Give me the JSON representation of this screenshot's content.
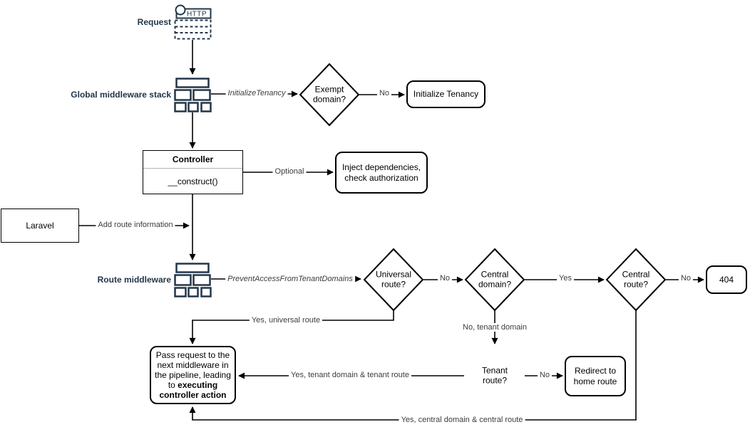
{
  "diagram": {
    "side_labels": {
      "request": "Request",
      "global_middleware_stack": "Global middleware stack",
      "route_middleware": "Route middleware"
    },
    "icons": {
      "http_label": "HTTP"
    },
    "nodes": {
      "exempt_domain": "Exempt domain?",
      "initialize_tenancy": "Initialize Tenancy",
      "controller_title": "Controller",
      "controller_method": "__construct()",
      "inject_dependencies": "Inject dependencies, check authorization",
      "laravel": "Laravel",
      "universal_route": "Universal route?",
      "central_domain": "Central domain?",
      "central_route": "Central route?",
      "not_found": "404",
      "tenant_route": "Tenant route?",
      "redirect_home": "Redirect to home route",
      "pass_request_text": "Pass request to the next middleware in the pipeline, leading to ",
      "pass_request_bold": "executing controller action"
    },
    "edge_labels": {
      "initialize_tenancy_middleware": "InitializeTenancy",
      "exempt_no": "No",
      "optional": "Optional",
      "add_route_information": "Add route information",
      "prevent_access": "PreventAccessFromTenantDomains",
      "universal_no": "No",
      "central_domain_yes": "Yes",
      "central_route_no": "No",
      "yes_universal_route": "Yes, universal route",
      "no_tenant_domain": "No, tenant domain",
      "yes_tenant_route": "Yes, tenant domain & tenant route",
      "tenant_no": "No",
      "yes_central_route": "Yes, central domain & central route"
    },
    "colors": {
      "accent": "#233649",
      "stroke": "#000000",
      "background": "#ffffff"
    }
  }
}
